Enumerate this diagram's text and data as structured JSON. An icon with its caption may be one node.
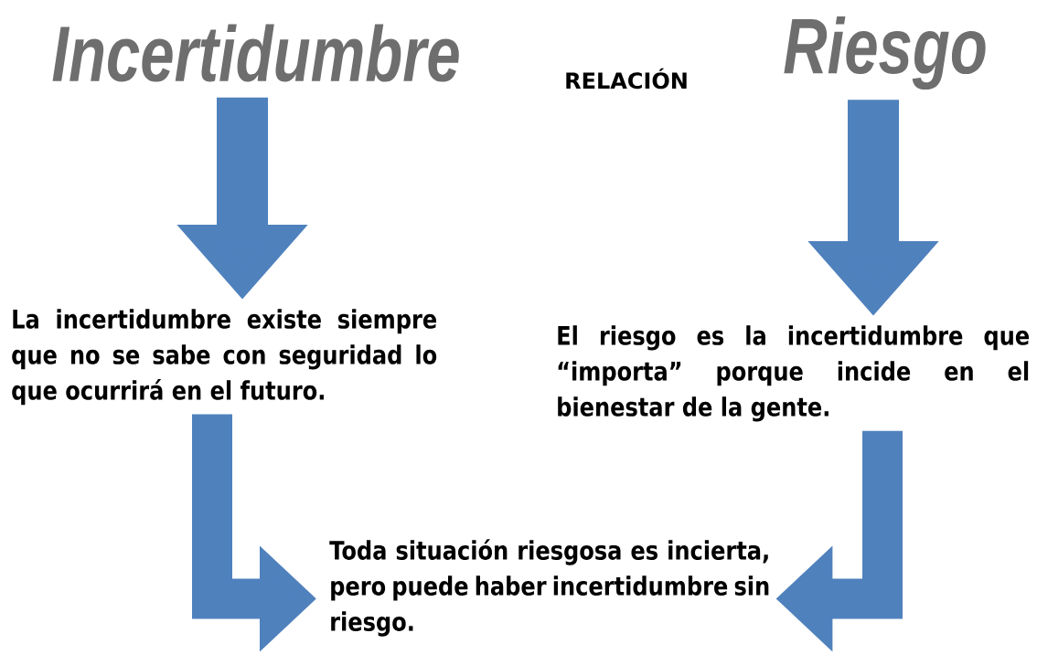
{
  "diagram": {
    "nodes": [
      {
        "text": [
          "Incertidumbre"
        ]
      },
      {
        "text": [
          "Riesgo"
        ]
      },
      {
        "text": [
          "La incertidumbre existe siempre que no se sabe con seguridad lo que ocurrirá en el futuro."
        ]
      },
      {
        "text": [
          "El riesgo es la incertidumbre que “importa” porque incide en el bienestar de la gente."
        ]
      },
      {
        "text": [
          "Toda situación riesgosa es incierta, pero puede haber incertidumbre sin riesgo."
        ]
      }
    ],
    "edges": [
      {
        "from": 0,
        "to": 2,
        "arrow": "to"
      },
      {
        "from": 1,
        "to": 3,
        "arrow": "to"
      },
      {
        "from": 2,
        "to": 4,
        "arrow": "to"
      },
      {
        "from": 3,
        "to": 4,
        "arrow": "to"
      }
    ],
    "labels": [
      "RELACIÓN"
    ]
  }
}
